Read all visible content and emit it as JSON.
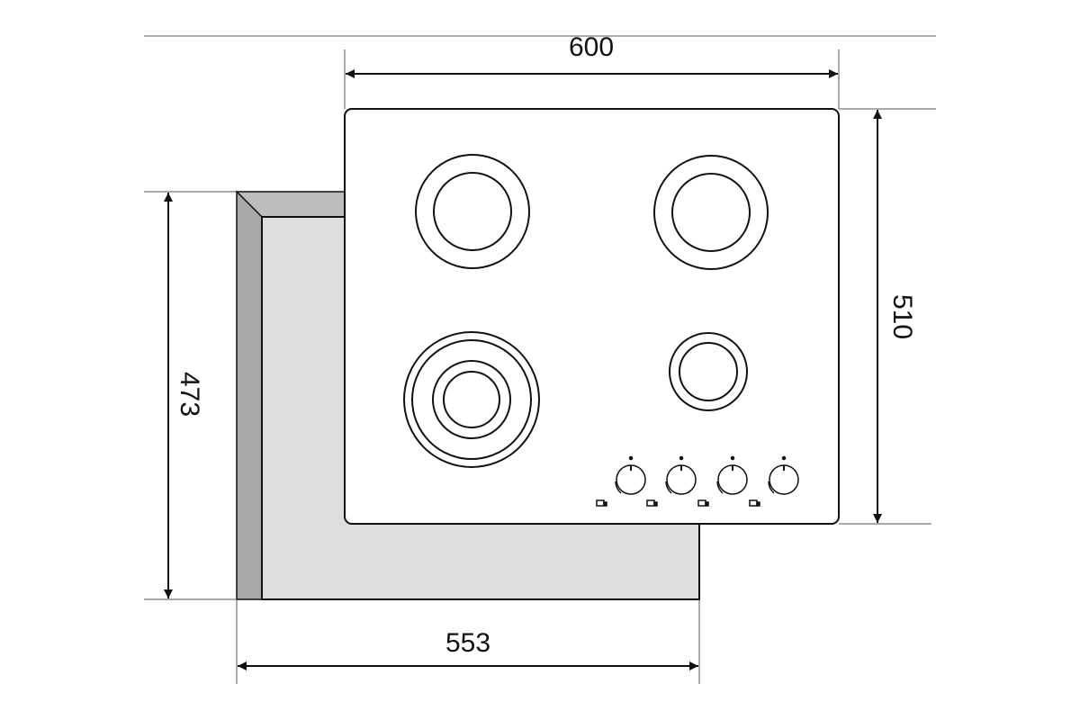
{
  "diagram": {
    "dimensions": {
      "hob_width": "600",
      "hob_depth": "510",
      "cutout_width": "553",
      "cutout_depth": "473"
    },
    "burners": [
      {
        "id": "rear-left",
        "rings": 2
      },
      {
        "id": "rear-right",
        "rings": 2
      },
      {
        "id": "front-left",
        "rings": 4
      },
      {
        "id": "front-right",
        "rings": 2
      }
    ],
    "control_knobs": {
      "count": 4
    },
    "colors": {
      "line": "#111111",
      "cutout_fill": "#dedede",
      "cutout_edge": "#a8a8a8",
      "cutout_top": "#bdbdbd",
      "hob_fill": "#ffffff",
      "background": "#ffffff"
    }
  }
}
